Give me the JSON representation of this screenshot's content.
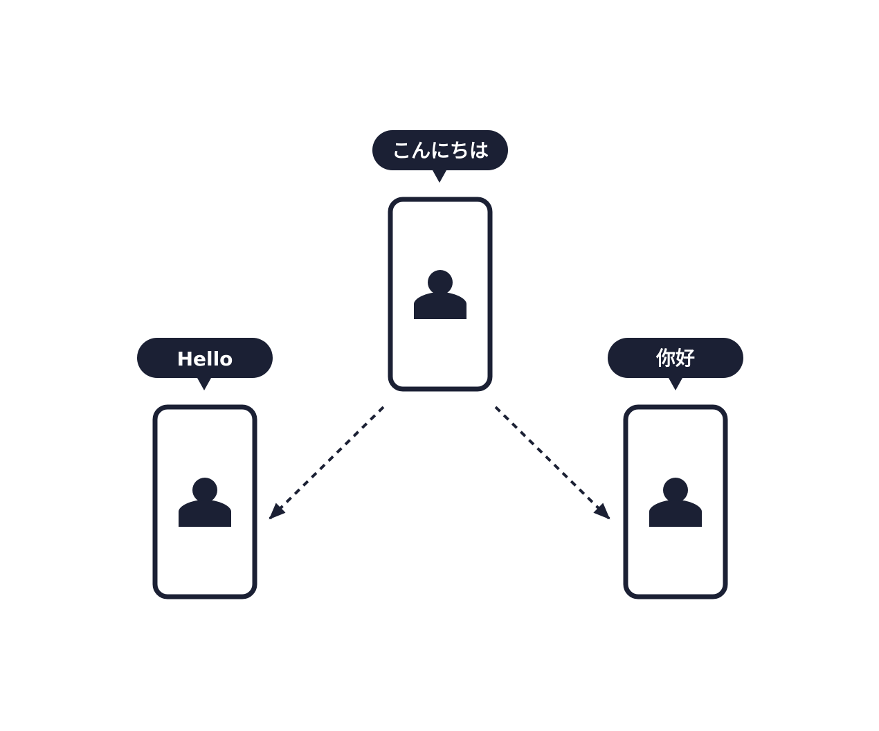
{
  "colors": {
    "ink": "#1b2034",
    "background": "#ffffff",
    "bubble_text": "#ffffff"
  },
  "speakers": {
    "source": {
      "greeting": "こんにちは",
      "icon": "person-icon"
    },
    "left": {
      "greeting": "Hello",
      "icon": "person-icon"
    },
    "right": {
      "greeting": "你好",
      "icon": "person-icon"
    }
  },
  "connectors": [
    {
      "from": "source",
      "to": "left",
      "style": "dashed-arrow"
    },
    {
      "from": "source",
      "to": "right",
      "style": "dashed-arrow"
    }
  ]
}
